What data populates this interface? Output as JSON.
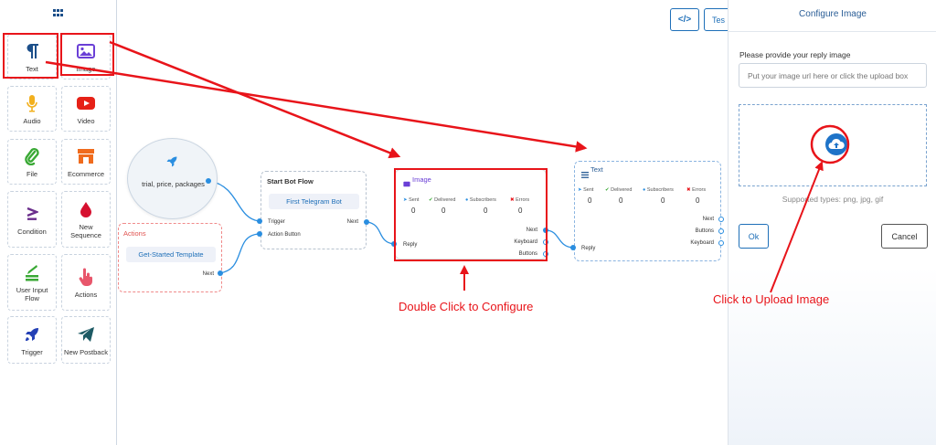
{
  "sidebar": {
    "items": [
      {
        "label": "Text",
        "icon": "paragraph-icon"
      },
      {
        "label": "Image",
        "icon": "image-icon"
      },
      {
        "label": "Audio",
        "icon": "microphone-icon"
      },
      {
        "label": "Video",
        "icon": "youtube-icon"
      },
      {
        "label": "File",
        "icon": "paperclip-icon"
      },
      {
        "label": "Ecommerce",
        "icon": "store-icon"
      },
      {
        "label": "Condition",
        "icon": "condition-icon"
      },
      {
        "label": "New Sequence",
        "icon": "drop-icon"
      },
      {
        "label": "User Input Flow",
        "icon": "stack-icon"
      },
      {
        "label": "Actions",
        "icon": "pointer-hand-icon"
      },
      {
        "label": "Trigger",
        "icon": "rocket-icon"
      },
      {
        "label": "New Postback",
        "icon": "paper-plane-icon"
      }
    ]
  },
  "toolbar": {
    "code_label": "</>",
    "test_label": "Tes"
  },
  "trigger": {
    "keywords": "trial, price, packages"
  },
  "actions_node": {
    "title": "Actions",
    "button": "Get-Started Template",
    "next": "Next"
  },
  "start_node": {
    "title": "Start Bot Flow",
    "bot_name": "First Telegram Bot",
    "trigger": "Trigger",
    "action_button": "Action Button",
    "next": "Next"
  },
  "image_node": {
    "title": "Image",
    "stats": [
      {
        "label": "Sent",
        "value": "0"
      },
      {
        "label": "Delivered",
        "value": "0"
      },
      {
        "label": "Subscribers",
        "value": "0"
      },
      {
        "label": "Errors",
        "value": "0"
      }
    ],
    "reply": "Reply",
    "next": "Next",
    "keyboard": "Keyboard",
    "buttons": "Buttons"
  },
  "text_node": {
    "title": "Text",
    "stats": [
      {
        "label": "Sent",
        "value": "0"
      },
      {
        "label": "Delivered",
        "value": "0"
      },
      {
        "label": "Subscribers",
        "value": "0"
      },
      {
        "label": "Errors",
        "value": "0"
      }
    ],
    "reply": "Reply",
    "next": "Next",
    "buttons": "Buttons",
    "keyboard": "Keyboard"
  },
  "annotations": {
    "double_click": "Double Click to Configure",
    "upload": "Click to Upload Image"
  },
  "panel": {
    "title": "Configure Image",
    "label": "Please provide your reply image",
    "input_placeholder": "Put your image url here or click the upload box",
    "supported": "Supported types: png, jpg, gif",
    "ok": "Ok",
    "cancel": "Cancel"
  },
  "colors": {
    "accent": "#1e6fb8",
    "annotation": "#e8141a",
    "port": "#2a8ee0"
  }
}
